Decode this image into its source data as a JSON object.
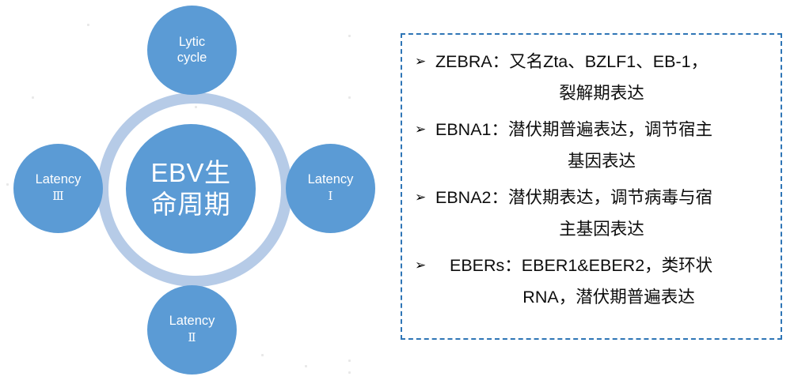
{
  "diagram": {
    "title": "EBV life cycle wheel",
    "center_node": {
      "name": "ebv-life-cycle",
      "lines": [
        "EBV生",
        "命周期"
      ]
    },
    "nodes": [
      {
        "id": "lytic-cycle",
        "position": "top",
        "line1": "Lytic",
        "line2": "cycle",
        "roman": ""
      },
      {
        "id": "latency-1",
        "position": "right",
        "line1": "Latency",
        "line2": "",
        "roman": "Ⅰ"
      },
      {
        "id": "latency-2",
        "position": "bottom",
        "line1": "Latency",
        "line2": "",
        "roman": "Ⅱ"
      },
      {
        "id": "latency-3",
        "position": "left",
        "line1": "Latency",
        "line2": "",
        "roman": "Ⅲ"
      }
    ],
    "colors": {
      "node_fill": "#5b9bd5",
      "ring": "#b6cbe7",
      "node_text": "#ffffff"
    }
  },
  "info_box": {
    "border_color": "#2e75b6",
    "border_style": "dashed",
    "bullet_glyph": "➢",
    "items": [
      {
        "id": "zebra",
        "term": "ZEBRA",
        "lines": [
          "ZEBRA：又名Zta、BZLF1、EB-1，",
          "裂解期表达"
        ]
      },
      {
        "id": "ebna1",
        "term": "EBNA1",
        "lines": [
          "EBNA1：潜伏期普遍表达，调节宿主",
          "基因表达"
        ]
      },
      {
        "id": "ebna2",
        "term": "EBNA2",
        "lines": [
          "EBNA2：潜伏期表达，调节病毒与宿",
          "主基因表达"
        ]
      },
      {
        "id": "ebers",
        "term": "EBERs",
        "lines": [
          "EBERs：EBER1&EBER2，类环状",
          "RNA，潜伏期普遍表达"
        ]
      }
    ]
  }
}
